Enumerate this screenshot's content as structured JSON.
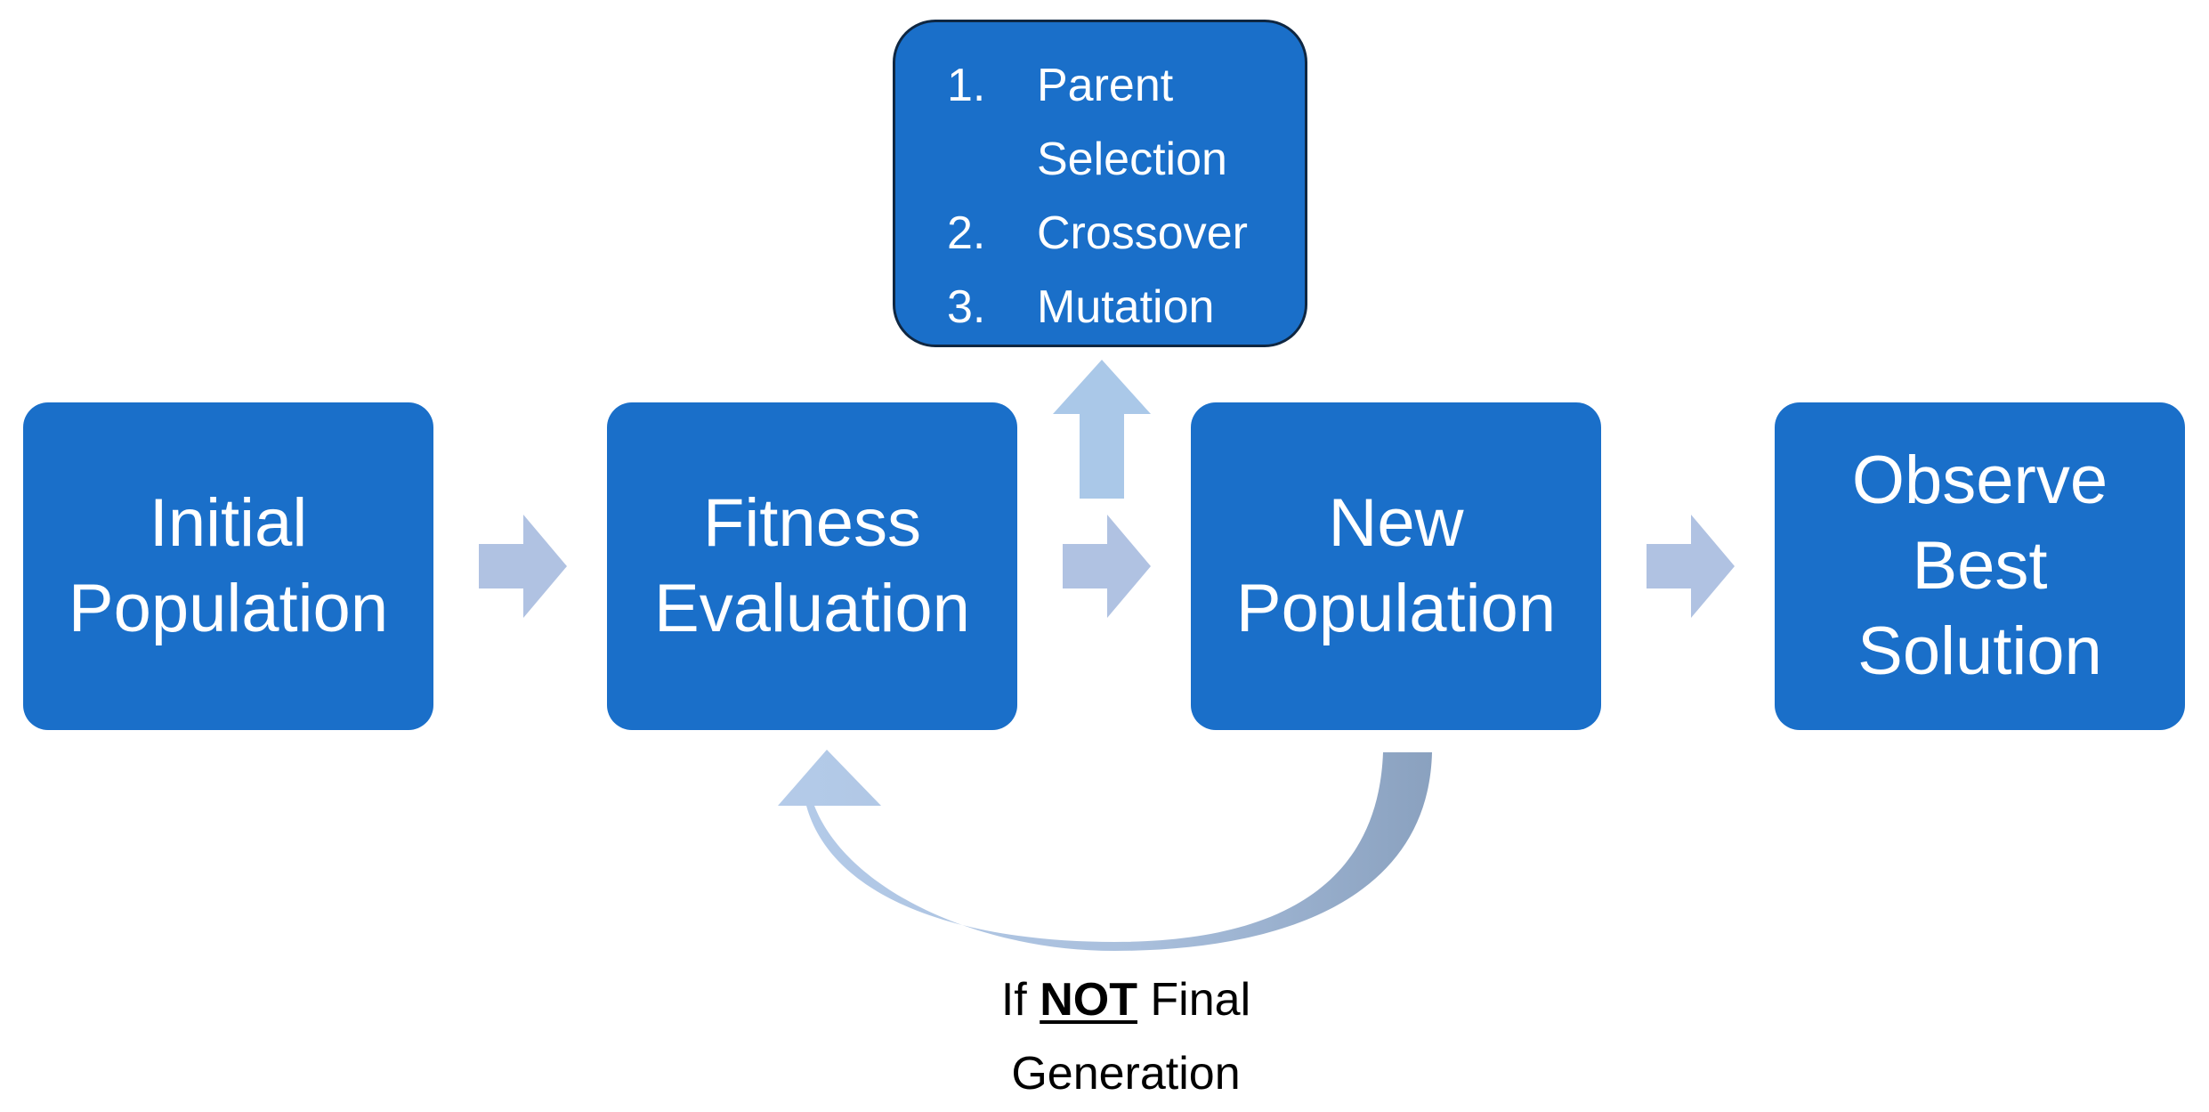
{
  "steps": {
    "initial": [
      "Initial",
      "Population"
    ],
    "fitness": [
      "Fitness",
      "Evaluation"
    ],
    "new_population": [
      "New",
      "Population"
    ],
    "observe": [
      "Observe",
      "Best",
      "Solution"
    ]
  },
  "operators": [
    {
      "number": "1.",
      "label": "Parent Selection"
    },
    {
      "number": "2.",
      "label": "Crossover"
    },
    {
      "number": "3.",
      "label": "Mutation"
    }
  ],
  "loop_caption": {
    "prefix": "If ",
    "emphasis": "NOT",
    "suffix": " Final",
    "line2": "Generation"
  },
  "colors": {
    "box_fill": "#1a6fc9",
    "ops_border": "#0f2742",
    "arrow_fill": "#b0c2e2",
    "up_arrow_fill": "#aac8e8",
    "loop_arrow_light": "#b4cbe9",
    "loop_arrow_dark": "#8aa1bf"
  }
}
